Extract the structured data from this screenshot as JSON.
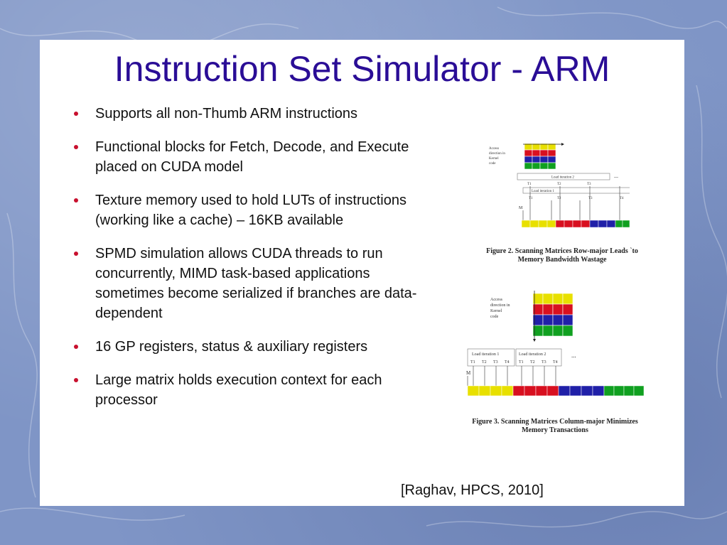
{
  "slide": {
    "title": "Instruction Set Simulator - ARM",
    "bullets": [
      "Supports all non-Thumb ARM instructions",
      "Functional blocks for Fetch, Decode, and Execute placed on CUDA model",
      "Texture memory used to hold LUTs of instructions (working like a cache) – 16KB available",
      "SPMD simulation allows CUDA threads to run concurrently, MIMD task-based applications sometimes become serialized if branches are data-dependent",
      "16 GP registers, status & auxiliary registers",
      "Large matrix holds execution context for each processor"
    ],
    "citation": "[Raghav, HPCS, 2010]",
    "accent_color": "#2a0d96",
    "bullet_color": "#c8102e"
  },
  "figure2": {
    "caption_line1": "Figure 2. Scanning Matrices Row-major Leads `to",
    "caption_line2": "Memory Bandwidth Wastage",
    "access_label": [
      "Access",
      "direction in",
      "Kernel",
      "code"
    ],
    "load_iteration_1": "Load iteration 1",
    "load_iteration_2": "Load iteration 2",
    "m_label": "M",
    "ellipsis": "...",
    "threads": [
      "T1",
      "T2",
      "T3",
      "T4"
    ]
  },
  "figure3": {
    "caption_line1": "Figure 3. Scanning Matrices Column-major Minimizes",
    "caption_line2": "Memory Transactions",
    "access_label": [
      "Access",
      "direction in",
      "Kernel",
      "code"
    ],
    "load_iteration_1": "Load iteration 1",
    "load_iteration_2": "Load iteration 2",
    "m_label": "M",
    "ellipsis": "...",
    "threads": [
      "T1",
      "T2",
      "T3",
      "T4",
      "T1",
      "T2",
      "T3",
      "T4"
    ]
  }
}
